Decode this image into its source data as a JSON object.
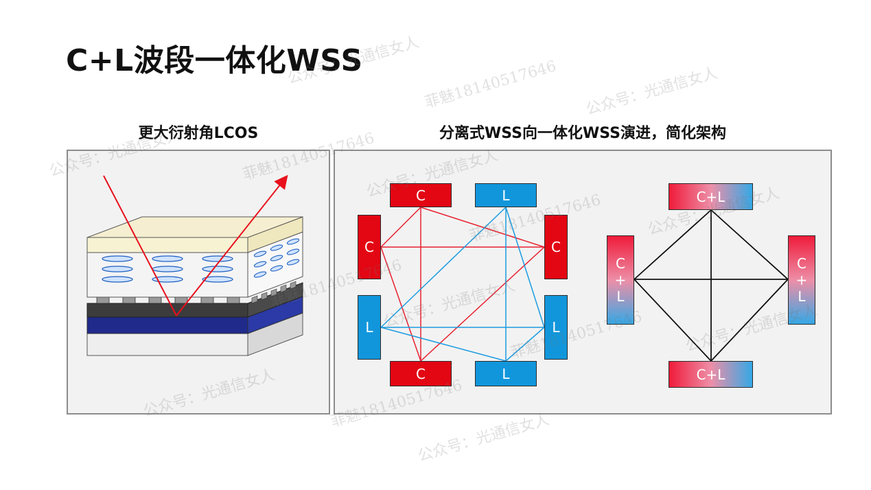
{
  "title": "C+L波段一体化WSS",
  "left_panel": {
    "subtitle": "更大衍射角LCOS"
  },
  "right_panel": {
    "subtitle": "分离式WSS向一体化WSS演进，简化架构",
    "separate_boxes": {
      "c_top": "C",
      "l_top": "L",
      "c_left": "C",
      "c_right": "C",
      "l_left": "L",
      "l_right": "L",
      "c_bottom": "C",
      "l_bottom": "L"
    },
    "integrated_boxes": {
      "top": "C+L",
      "bottom": "C+L",
      "left": "C\n+\nL",
      "right": "C\n+\nL"
    }
  },
  "watermarks": {
    "account": "公众号：光通信女人",
    "contact": "菲魅18140517646"
  },
  "colors": {
    "c_band": "#e30613",
    "l_band": "#1296db",
    "panel_bg": "#f2f2f2",
    "arrow": "#e8101c"
  }
}
